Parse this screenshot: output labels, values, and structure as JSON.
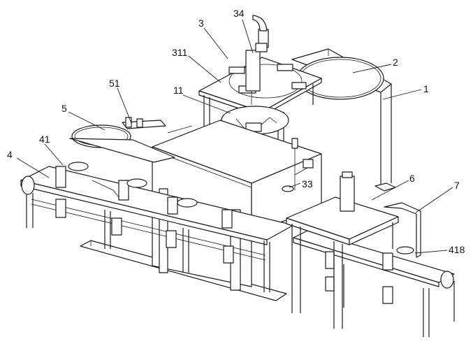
{
  "colors": {
    "line": "#1a1a1a",
    "background": "#ffffff"
  },
  "labels": {
    "l34": "34",
    "l3": "3",
    "l311": "311",
    "l2": "2",
    "l51": "51",
    "l1": "1",
    "l5": "5",
    "l11": "11",
    "l41": "41",
    "l4": "4",
    "l33": "33",
    "l6": "6",
    "l7": "7",
    "l418": "418"
  }
}
